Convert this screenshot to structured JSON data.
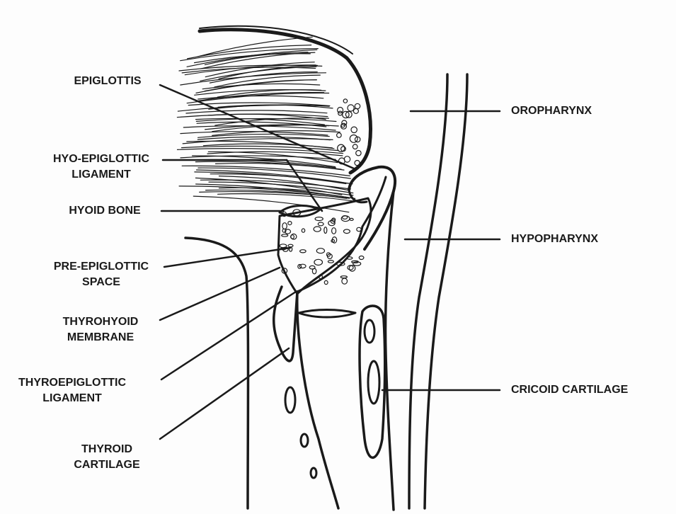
{
  "labels": {
    "epiglottis": "EPIGLOTTIS",
    "hyo_epiglottic_1": "HYO-EPIGLOTTIC",
    "hyo_epiglottic_2": "LIGAMENT",
    "hyoid_bone": "HYOID BONE",
    "pre_epiglottic_1": "PRE-EPIGLOTTIC",
    "pre_epiglottic_2": "SPACE",
    "thyrohyoid_1": "THYROHYOID",
    "thyrohyoid_2": "MEMBRANE",
    "thyroepiglottic_1": "THYROEPIGLOTTIC",
    "thyroepiglottic_2": "LIGAMENT",
    "thyroid_1": "THYROID",
    "thyroid_2": "CARTILAGE",
    "oropharynx": "OROPHARYNX",
    "hypopharynx": "HYPOPHARYNX",
    "cricoid": "CRICOID CARTILAGE"
  },
  "colors": {
    "ink": "#1a1a1a",
    "background": "#fdfdfd"
  }
}
